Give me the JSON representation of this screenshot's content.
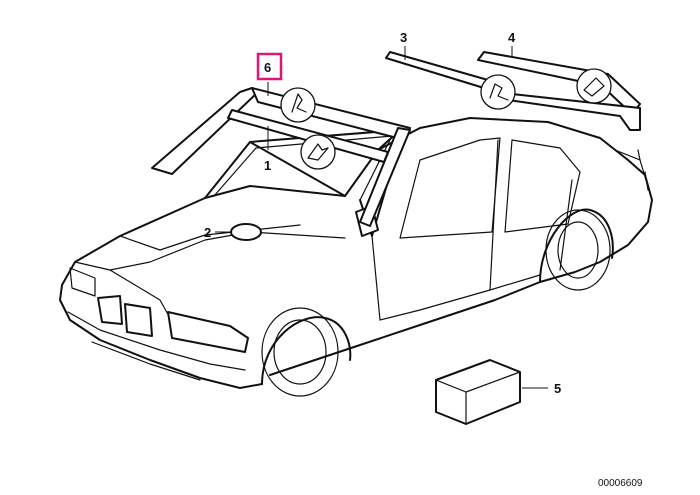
{
  "diagram": {
    "part_labels": [
      "1",
      "2",
      "3",
      "4",
      "5",
      "6"
    ],
    "highlighted_label": "6",
    "reference_number": "00006609",
    "highlight_color": "#e0157a"
  }
}
